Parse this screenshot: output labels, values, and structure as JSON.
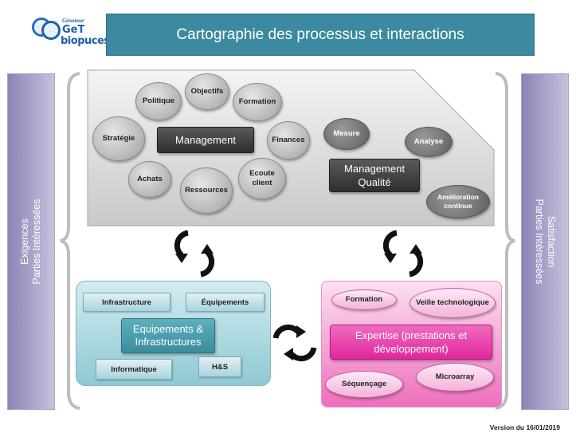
{
  "logo": {
    "line1": "Génotour",
    "line2": "GeT",
    "line3": "biopuces"
  },
  "title": "Cartographie des processus et interactions",
  "left_panel": {
    "line1": "Exigences",
    "line2": "Parties Intéressées"
  },
  "right_panel": {
    "line1": "Satisfaction",
    "line2": "Parties Intéressées"
  },
  "management": {
    "label": "Management",
    "bubbles": [
      "Politique",
      "Objectifs",
      "Formation",
      "Stratégie",
      "Finances",
      "Achats",
      "Ressources",
      "Ecoute client"
    ]
  },
  "quality": {
    "label": "Management Qualité",
    "bubbles": [
      "Mesure",
      "Analyse",
      "Amélioration continue"
    ]
  },
  "equipements": {
    "label": "Equipements & Infrastructures",
    "items": [
      "Infrastructure",
      "Équipements",
      "Informatique",
      "H&S"
    ]
  },
  "expertise": {
    "label": "Expertise (prestations et développement)",
    "items": [
      "Formation",
      "Veille technologique",
      "Séquençage",
      "Microarray"
    ]
  },
  "version": "Version du 16/01/2019",
  "colors": {
    "title_bar": "#3b8aa0",
    "side_panel": "#a8a3c8",
    "equip_panel": "#8fc8d3",
    "expertise_panel": "#ee6fbd"
  }
}
